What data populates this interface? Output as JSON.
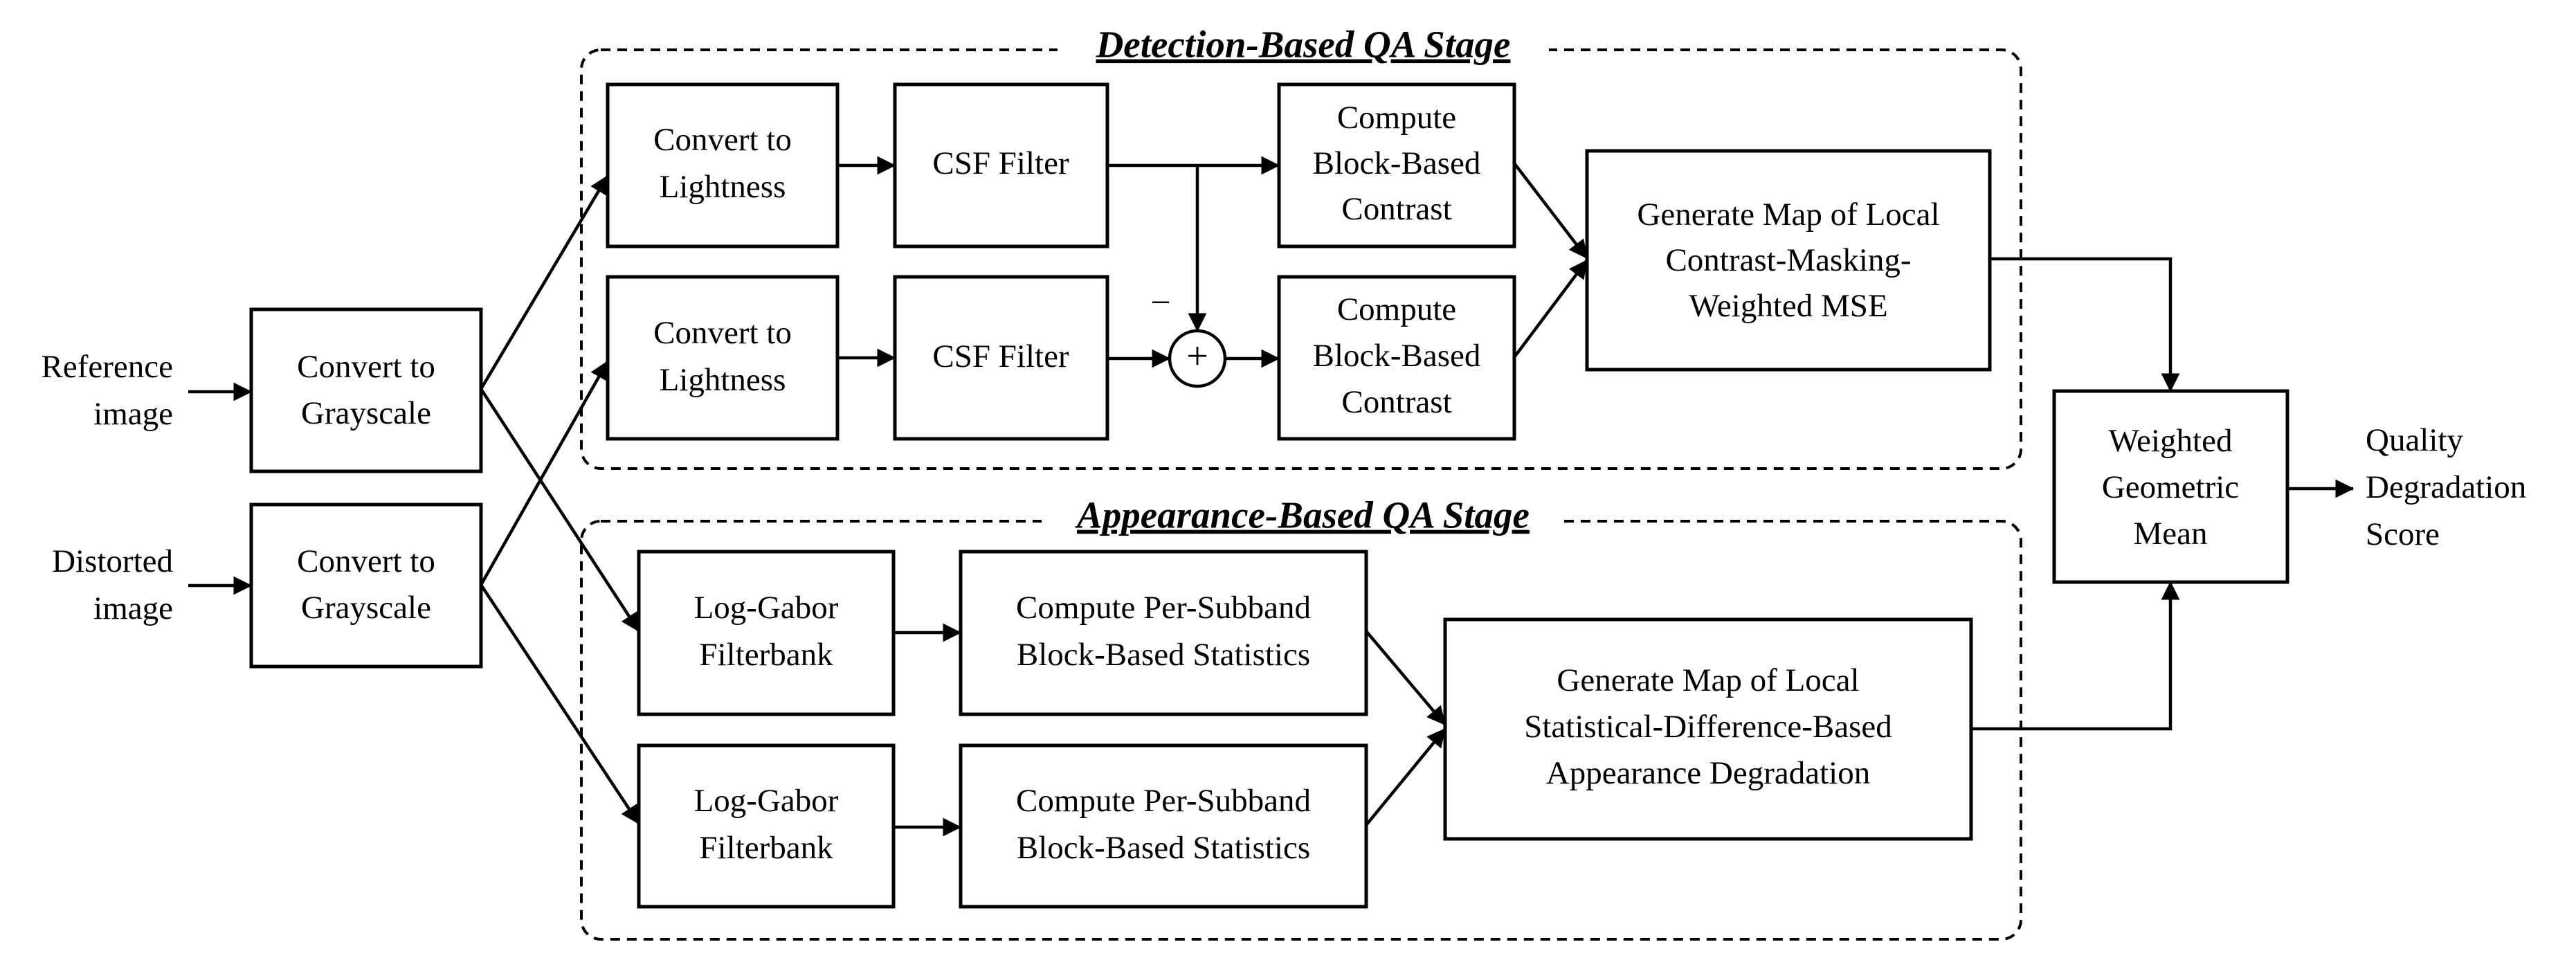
{
  "stages": {
    "detection": {
      "title": "Detection-Based QA Stage"
    },
    "appearance": {
      "title": "Appearance-Based QA Stage"
    }
  },
  "inputs": {
    "reference": [
      "Reference",
      "image"
    ],
    "distorted": [
      "Distorted",
      "image"
    ]
  },
  "blocks": {
    "gray_ref": [
      "Convert to",
      "Grayscale"
    ],
    "gray_dist": [
      "Convert to",
      "Grayscale"
    ],
    "light_ref": [
      "Convert to",
      "Lightness"
    ],
    "light_dist": [
      "Convert to",
      "Lightness"
    ],
    "csf_ref": [
      "CSF Filter"
    ],
    "csf_dist": [
      "CSF Filter"
    ],
    "contrast_ref": [
      "Compute",
      "Block-Based",
      "Contrast"
    ],
    "contrast_err": [
      "Compute",
      "Block-Based",
      "Contrast"
    ],
    "mse_map": [
      "Generate Map of Local",
      "Contrast-Masking-",
      "Weighted MSE"
    ],
    "gabor_ref": [
      "Log-Gabor",
      "Filterbank"
    ],
    "gabor_dist": [
      "Log-Gabor",
      "Filterbank"
    ],
    "stats_ref": [
      "Compute Per-Subband",
      "Block-Based Statistics"
    ],
    "stats_dist": [
      "Compute Per-Subband",
      "Block-Based Statistics"
    ],
    "appearance_map": [
      "Generate Map of Local",
      "Statistical-Difference-Based",
      "Appearance Degradation"
    ],
    "geo_mean": [
      "Weighted",
      "Geometric",
      "Mean"
    ]
  },
  "sum_node": {
    "symbol": "+",
    "minus_sign": "−"
  },
  "output": [
    "Quality",
    "Degradation",
    "Score"
  ]
}
